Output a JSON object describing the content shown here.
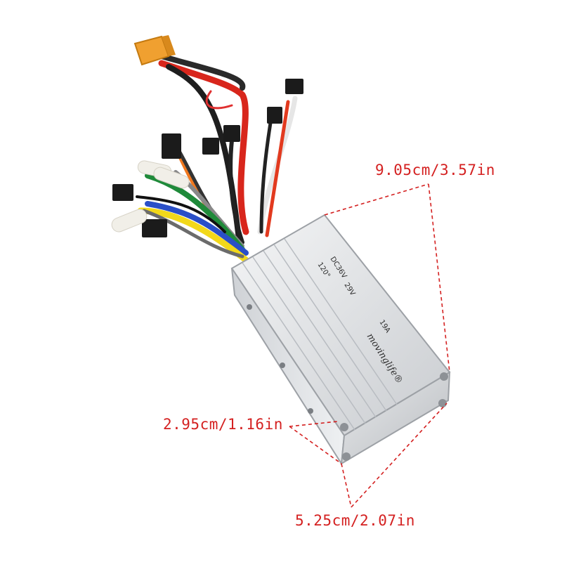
{
  "dimensions": {
    "length": "9.05cm/3.57in",
    "height": "2.95cm/1.16in",
    "width": "5.25cm/2.07in"
  },
  "product_label": {
    "brand": "movinglife®",
    "rated_voltage": "DC36V",
    "undervoltage": "29V",
    "current": "19A",
    "phase_angle": "120°"
  },
  "colors": {
    "dimension_line": "#d42020",
    "housing": "#d9dcdf",
    "xt_connector": "#f0a030"
  }
}
